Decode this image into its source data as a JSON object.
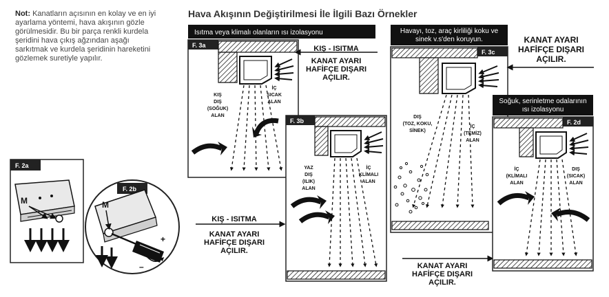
{
  "note": {
    "lead": "Not:",
    "text": "Kanatların açısının en kolay ve en iyi ayarlama yöntemi, hava akışının gözle görülmesidir. Bu bir parça renkli kurdela şeridini hava çıkış ağzından aşağı sarkıtmak ve kurdela şeridinin hareketini gözlemek suretiyle yapılır."
  },
  "title": "Hava Akışının Değiştirilmesi İle İlgili Bazı Örnekler",
  "fig2": {
    "f2a": "F. 2a",
    "f2b": "F. 2b",
    "m1": "M",
    "m2": "M",
    "plus": "+",
    "minus": "–"
  },
  "group1": {
    "banner": "Isıtma veya klimalı olanların ısı izolasyonu",
    "f3a": "F. 3a",
    "f3b": "F. 3b",
    "kis_isitma_top": "KIŞ - ISITMA",
    "kanat_top": [
      "KANAT AYARI",
      "HAFİFÇE DIŞARI",
      "AÇILIR."
    ],
    "kis_dis": [
      "KIŞ",
      "DIŞ",
      "(SOĞUK)",
      "ALAN"
    ],
    "ic_sicak": [
      "İÇ",
      "SICAK",
      "ALAN"
    ],
    "yaz_dis": [
      "YAZ",
      "DIŞ",
      "(ILIK)",
      "ALAN"
    ],
    "ic_klimali": [
      "İÇ",
      "KLİMALI",
      "ALAN"
    ],
    "kis_isitma_bottom": "KIŞ - ISITMA",
    "kanat_bottom": [
      "KANAT AYARI",
      "HAFİFÇE DIŞARI",
      "AÇILIR."
    ]
  },
  "group2": {
    "banner": [
      "Havayı, toz, araç kirliliği koku ve",
      "sinek v.s'den koruyun."
    ],
    "f3c": "F. 3c",
    "kanat_right": [
      "KANAT AYARI",
      "HAFİFÇE DIŞARI",
      "AÇILIR."
    ],
    "dis_toz": [
      "DIŞ",
      "(TOZ, KOKU,",
      "SİNEK)"
    ],
    "ic_temiz": [
      "İÇ",
      "(TEMİZ)",
      "ALAN"
    ],
    "kanat_bottom": [
      "KANAT AYARI",
      "HAFİFÇE DIŞARI",
      "AÇILIR."
    ]
  },
  "group3": {
    "banner": [
      "Soğuk, serinletme odalarının",
      "ısı izolasyonu"
    ],
    "f2d": "F. 2d",
    "ic_klimali": [
      "İÇ",
      "(KLİMALI",
      "ALAN"
    ],
    "dis_sicak": [
      "DIŞ",
      "(SICAK)",
      "ALAN"
    ]
  }
}
